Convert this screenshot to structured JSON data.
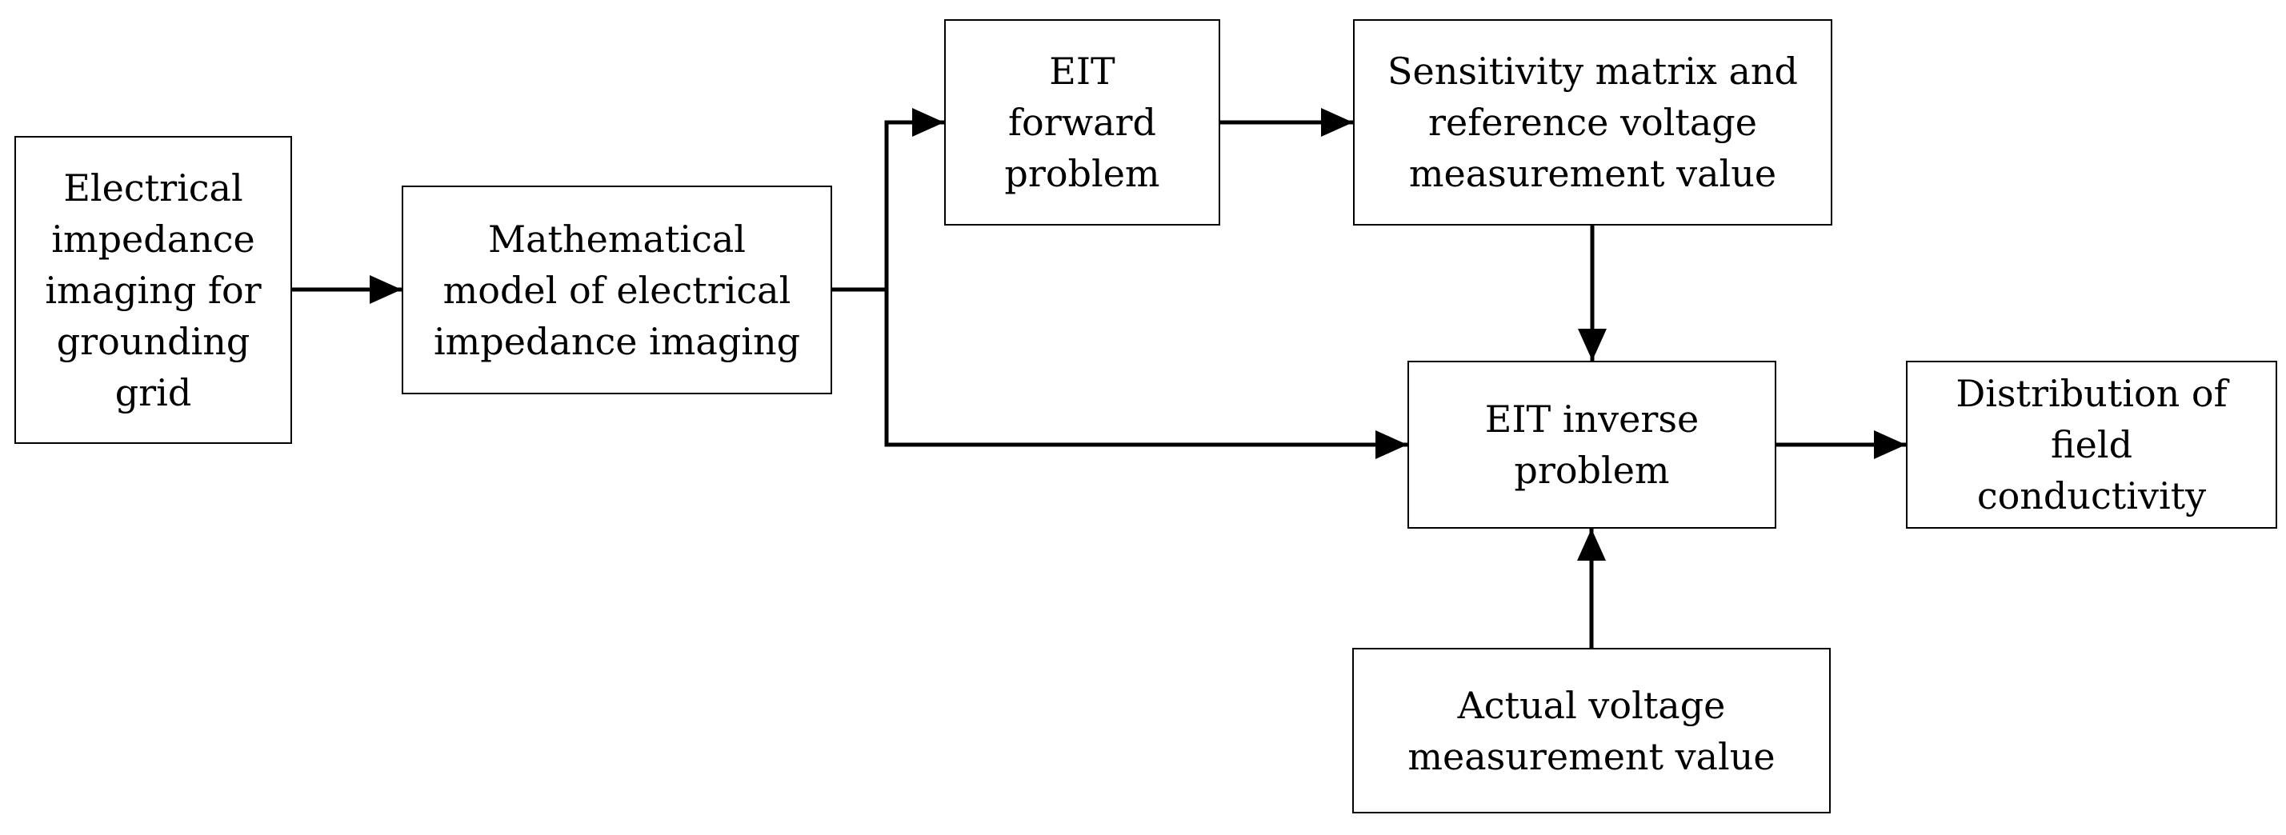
{
  "diagram": {
    "nodes": {
      "grounding_grid": "Electrical impedance imaging for grounding grid",
      "math_model": "Mathematical model of electrical impedance imaging",
      "eit_forward": "EIT forward problem",
      "sensitivity": "Sensitivity matrix and reference voltage measurement value",
      "eit_inverse": "EIT inverse problem",
      "distribution": "Distribution of field conductivity",
      "actual_voltage": "Actual voltage measurement value"
    },
    "edges": [
      {
        "from": "grounding_grid",
        "to": "math_model"
      },
      {
        "from": "math_model",
        "to": "eit_forward"
      },
      {
        "from": "math_model",
        "to": "eit_inverse"
      },
      {
        "from": "eit_forward",
        "to": "sensitivity"
      },
      {
        "from": "sensitivity",
        "to": "eit_inverse"
      },
      {
        "from": "eit_inverse",
        "to": "distribution"
      },
      {
        "from": "actual_voltage",
        "to": "eit_inverse"
      }
    ],
    "colors": {
      "stroke": "#000000",
      "background": "#ffffff",
      "text": "#000000"
    }
  }
}
